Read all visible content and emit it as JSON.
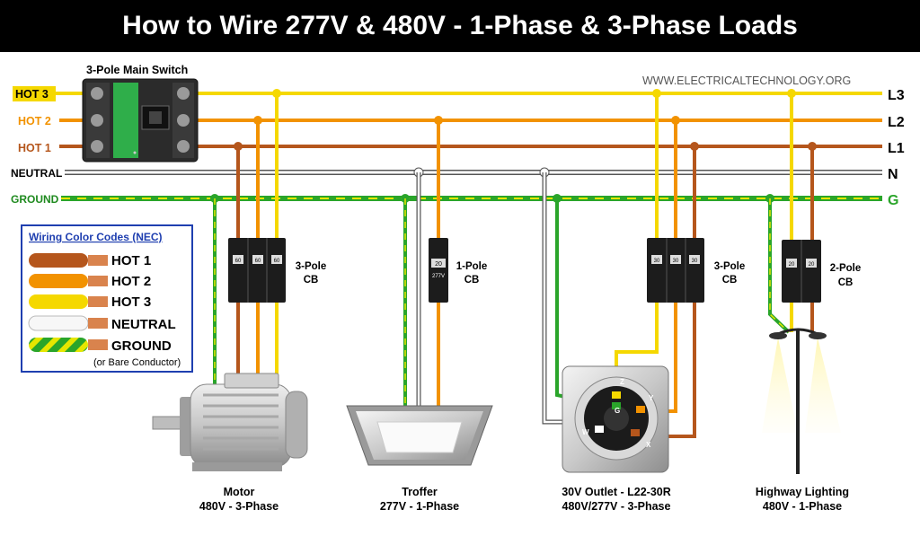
{
  "title": "How to Wire 277V & 480V - 1-Phase & 3-Phase Loads",
  "website": "WWW.ELECTRICALTECHNOLOGY.ORG",
  "main_switch_label": "3-Pole Main Switch",
  "colors": {
    "hot3": "#f5d800",
    "hot2": "#f29200",
    "hot1": "#b5561c",
    "neutral": "#ffffff",
    "ground_green": "#2aa52a",
    "ground_yellow": "#e6e600",
    "title_bg": "#000000"
  },
  "lines": {
    "hot3": {
      "left": "HOT 3",
      "right": "L3"
    },
    "hot2": {
      "left": "HOT 2",
      "right": "L2"
    },
    "hot1": {
      "left": "HOT 1",
      "right": "L1"
    },
    "neutral": {
      "left": "NEUTRAL",
      "right": "N"
    },
    "ground": {
      "left": "GROUND",
      "right": "G"
    }
  },
  "legend": {
    "title": "Wiring Color Codes (NEC)",
    "items": [
      {
        "label": "HOT 1",
        "note": ""
      },
      {
        "label": "HOT 2",
        "note": ""
      },
      {
        "label": "HOT 3",
        "note": ""
      },
      {
        "label": "NEUTRAL",
        "note": ""
      },
      {
        "label": "GROUND",
        "note": "(or Bare Conductor)"
      }
    ]
  },
  "breakers": [
    {
      "label_1": "3-Pole",
      "label_2": "CB",
      "rating": "60"
    },
    {
      "label_1": "1-Pole",
      "label_2": "CB",
      "rating": "20",
      "voltage": "277V"
    },
    {
      "label_1": "3-Pole",
      "label_2": "CB",
      "rating": "30"
    },
    {
      "label_1": "2-Pole",
      "label_2": "CB",
      "rating": "20"
    }
  ],
  "loads": [
    {
      "name": "Motor",
      "spec": "480V - 3-Phase"
    },
    {
      "name": "Troffer",
      "spec": "277V - 1-Phase"
    },
    {
      "name": "30V Outlet - L22-30R",
      "spec": "480V/277V - 3-Phase"
    },
    {
      "name": "Highway Lighting",
      "spec": "480V - 1-Phase"
    }
  ],
  "outlet_terminals": [
    "Z",
    "G",
    "Y",
    "X",
    "W"
  ]
}
